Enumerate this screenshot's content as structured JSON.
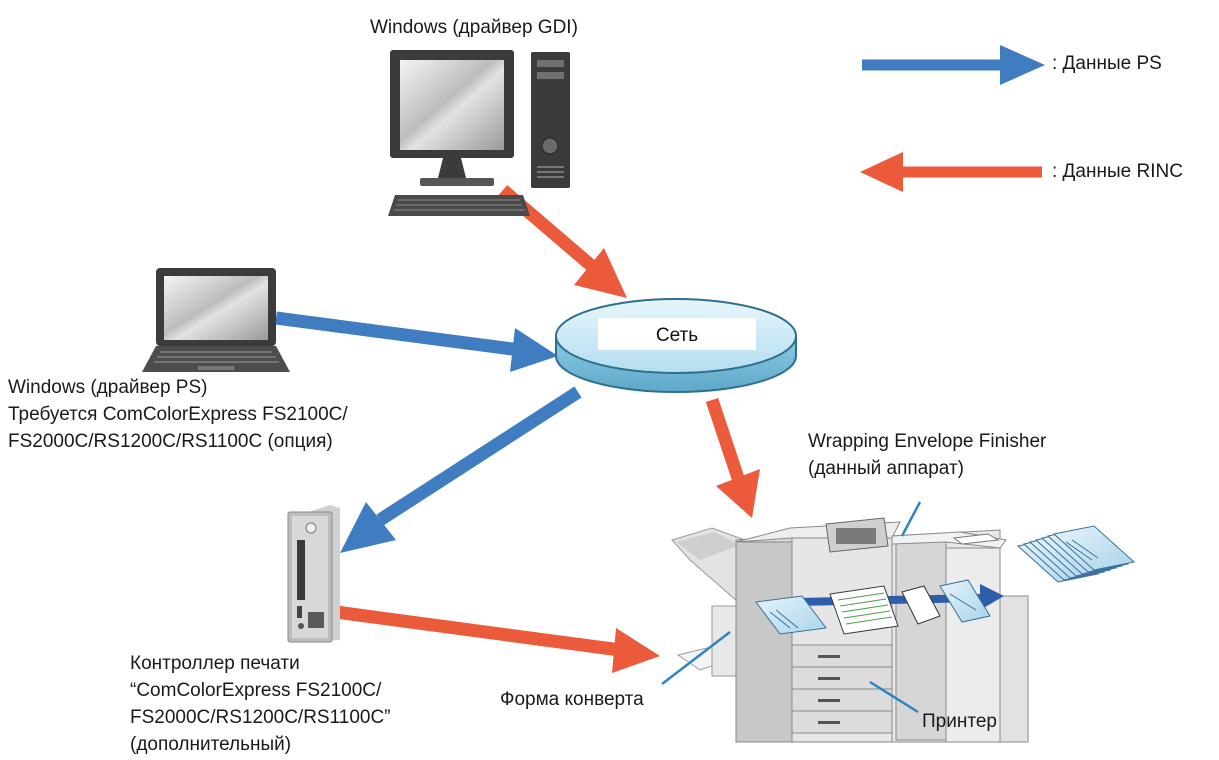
{
  "legend": {
    "ps_data": ": Данные PS",
    "rinc_data": ": Данные RINC"
  },
  "colors": {
    "ps_arrow": "#3f7cc0",
    "rinc_arrow": "#ec5a3c",
    "network_fill": "#bfe3f2",
    "network_edge": "#2d6f8f",
    "callout_line": "#2e86c1"
  },
  "labels": {
    "windows_gdi": "Windows (драйвер GDI)",
    "windows_ps": [
      "Windows (драйвер PS)",
      "Требуется ComColorExpress FS2100C/",
      "FS2000C/RS1200C/RS1100C (опция)"
    ],
    "network": "Сеть",
    "controller": [
      "Контроллер печати",
      "“ComColorExpress FS2100C/",
      "FS2000C/RS1200C/RS1100C”",
      "(дополнительный)"
    ],
    "finisher": [
      "Wrapping Envelope Finisher",
      "(данный аппарат)"
    ],
    "envelope_form": "Форма конверта",
    "printer": "Принтер"
  },
  "icons": {
    "desktop": "desktop-computer-icon",
    "laptop": "laptop-icon",
    "network": "network-cylinder-icon",
    "controller": "print-controller-icon",
    "printer": "printer-finisher-icon"
  }
}
